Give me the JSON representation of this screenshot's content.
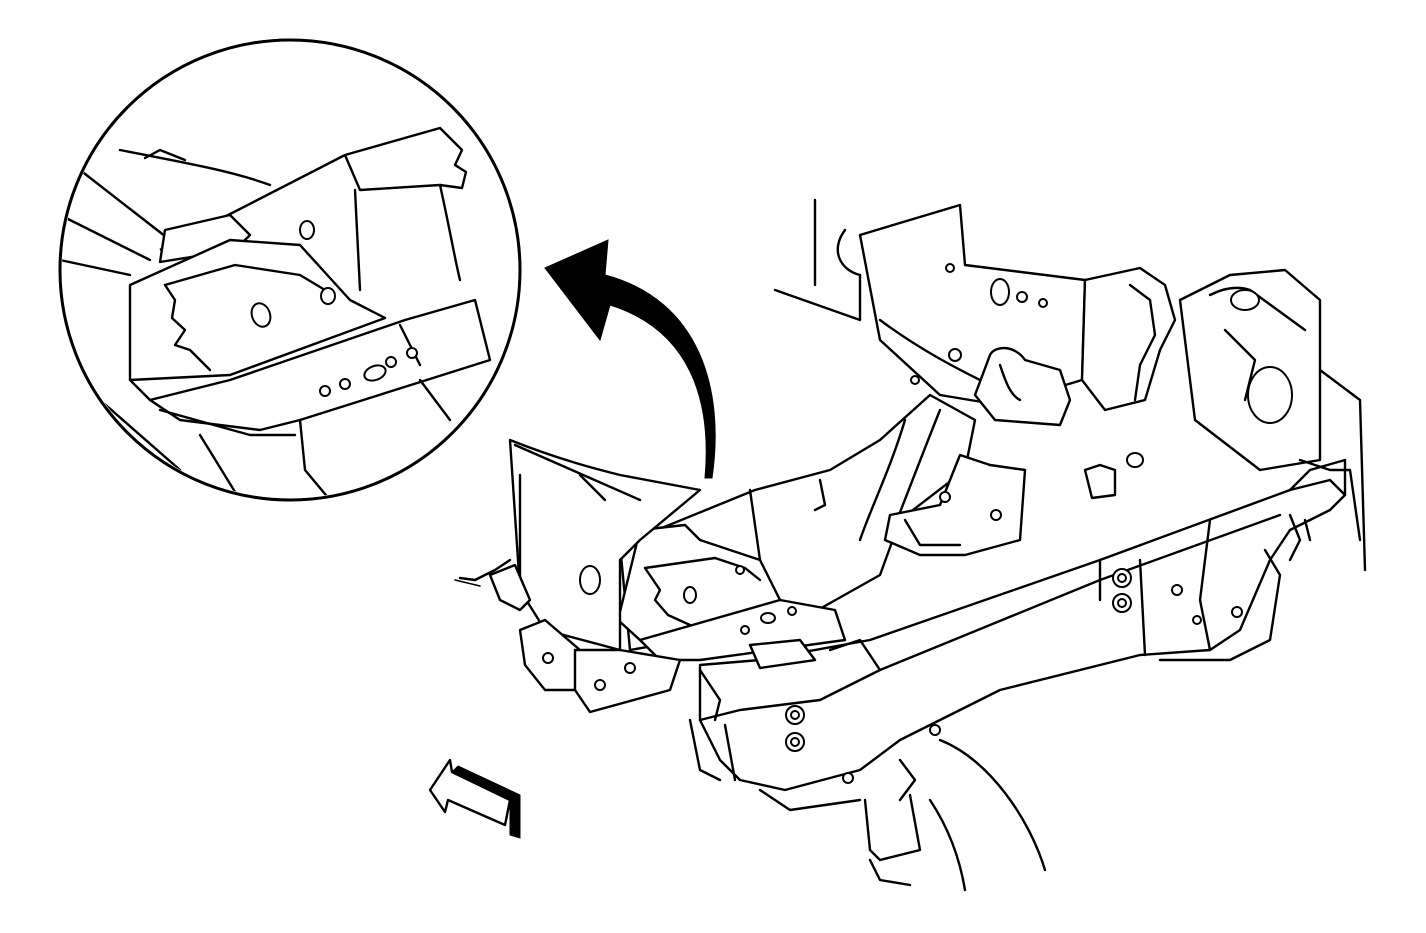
{
  "illustration": {
    "line_color": "#000000",
    "background_color": "#ffffff",
    "components": [
      {
        "name": "detail-magnifier-circle",
        "icon": "magnifier-detail-view"
      },
      {
        "name": "callout-curved-arrow",
        "icon": "curved-arrow-icon"
      },
      {
        "name": "front-direction-arrow",
        "icon": "direction-arrow-icon"
      },
      {
        "name": "frame-rail-bracket",
        "icon": "bracket-part"
      },
      {
        "name": "front-crossmember",
        "icon": "crossmember-part"
      },
      {
        "name": "crossmember-bolts",
        "icon": "bolt-icon"
      }
    ]
  }
}
